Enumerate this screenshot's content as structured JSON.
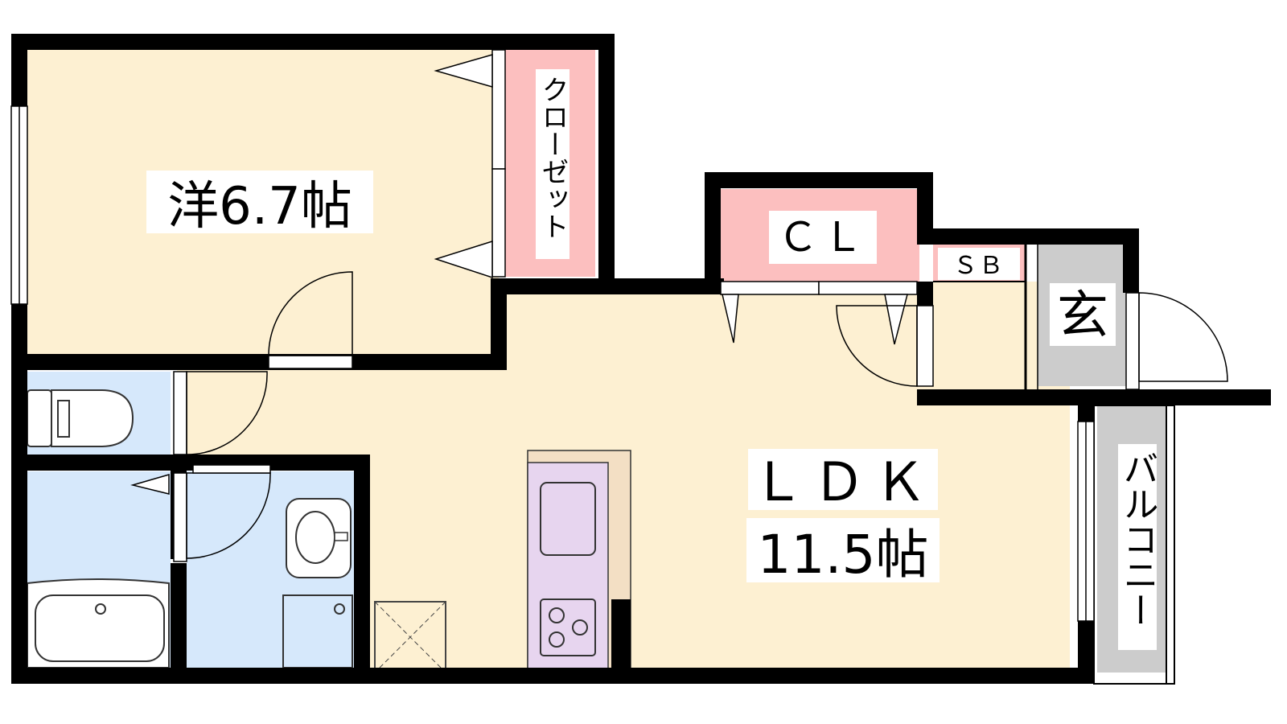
{
  "rooms": {
    "western": {
      "name": "洋6.7帖"
    },
    "closet": {
      "name": "クローゼット"
    },
    "cl": {
      "name": "ＣＬ"
    },
    "sb": {
      "name": "ＳＢ"
    },
    "entrance": {
      "name": "玄"
    },
    "ldk": {
      "name": "ＬＤＫ",
      "size": "11.5帖"
    },
    "balcony": {
      "name": "バルコニー"
    }
  },
  "colors": {
    "living": "#fdf0d2",
    "closet": "#fcbfbf",
    "wet": "#d6e8fb",
    "kitchen": "#e7d5ef",
    "entrance": "#cccccc",
    "wall": "#000000"
  }
}
